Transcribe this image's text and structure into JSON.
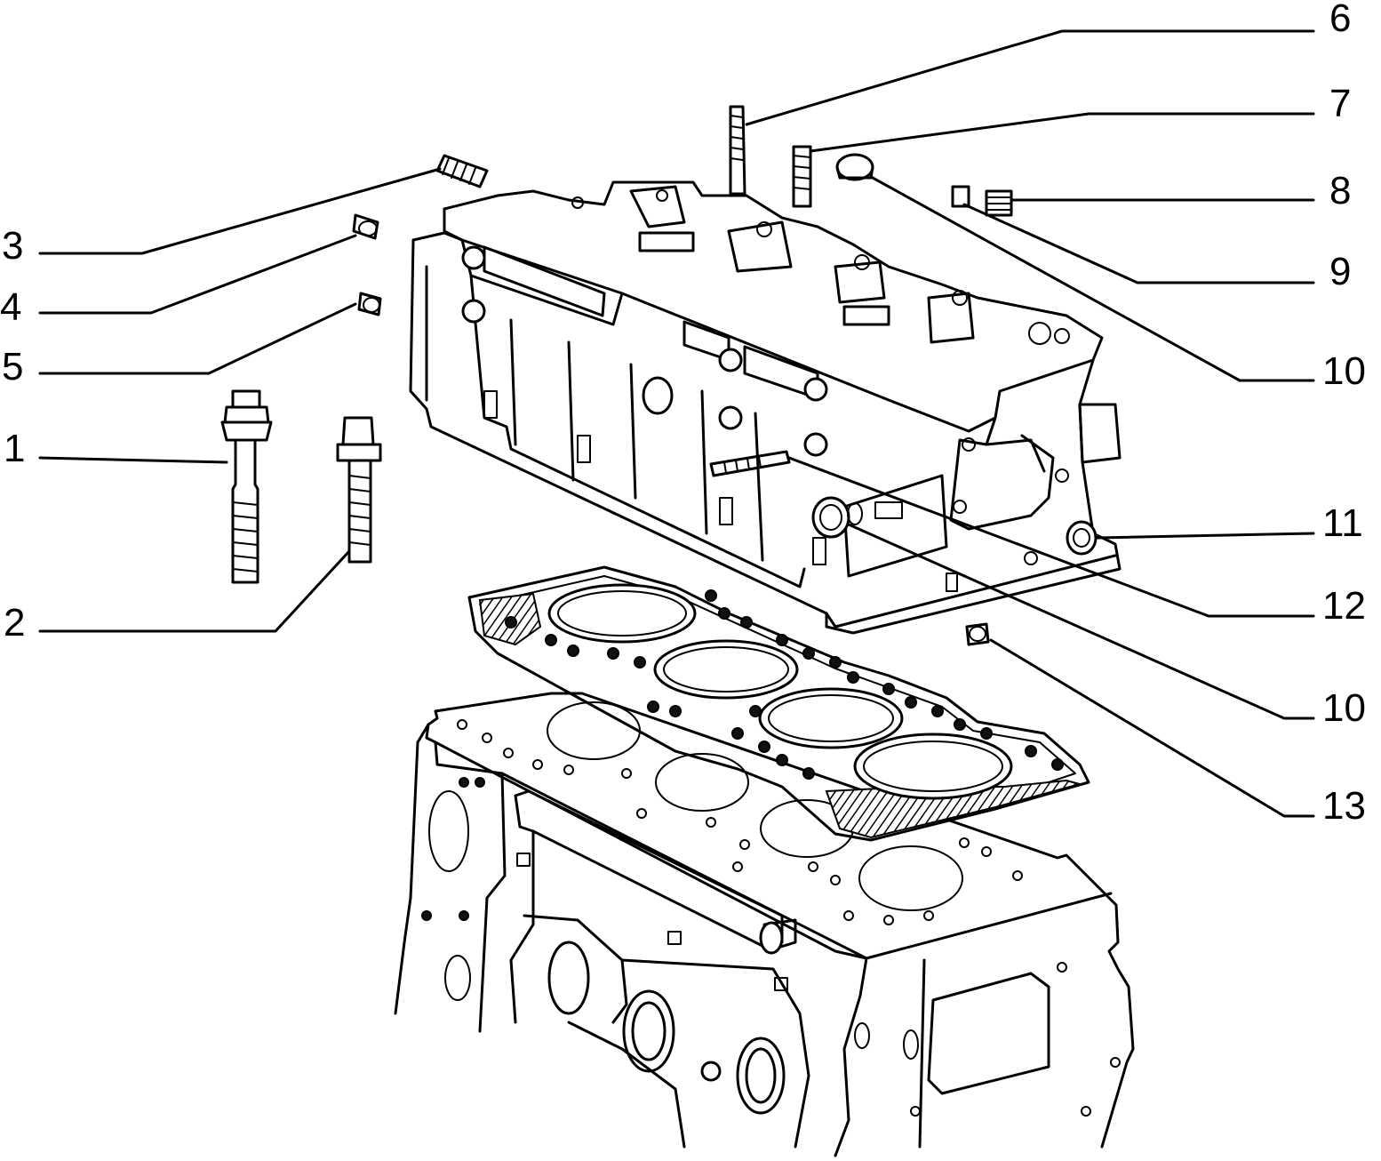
{
  "diagram": {
    "callouts": [
      "1",
      "2",
      "3",
      "4",
      "5",
      "6",
      "7",
      "8",
      "9",
      "10",
      "11",
      "12",
      "10",
      "13"
    ]
  }
}
